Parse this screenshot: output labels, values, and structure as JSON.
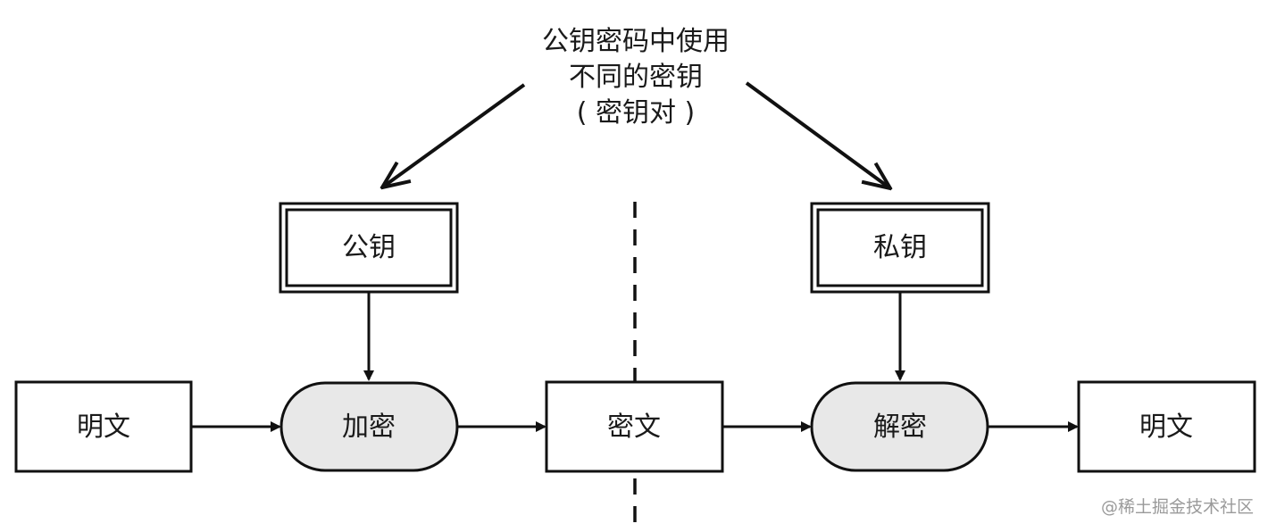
{
  "annotation": {
    "lines": [
      "公钥密码中使用",
      "不同的密钥",
      "( 密钥对 )"
    ]
  },
  "keys": {
    "public": "公钥",
    "private": "私钥"
  },
  "nodes": {
    "plaintext_in": "明文",
    "encrypt": "加密",
    "ciphertext": "密文",
    "decrypt": "解密",
    "plaintext_out": "明文"
  },
  "colors": {
    "stroke": "#111111",
    "process_fill": "#e8e8e8",
    "box_fill": "#ffffff"
  },
  "watermark": "@稀土掘金技术社区"
}
